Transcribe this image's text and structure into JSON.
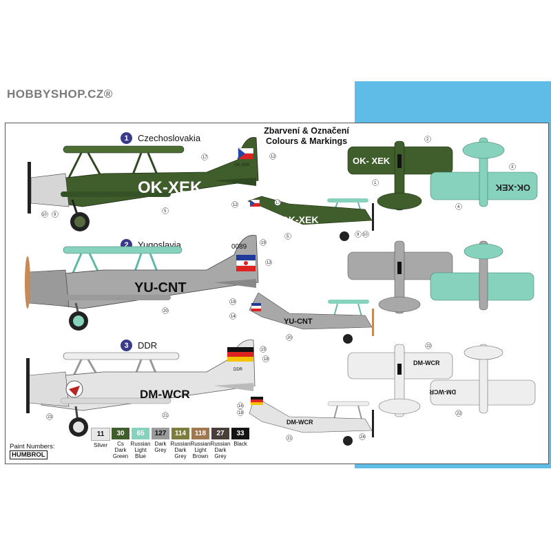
{
  "watermark": "HOBBYSHOP.CZ®",
  "title": {
    "line1": "Zbarvení & Označení",
    "line2": "Colours & Markings"
  },
  "schemes": [
    {
      "number": "1",
      "name": "Czechoslovakia",
      "registration": "OK-XEK",
      "top_registration": "OK-  XEK",
      "bottom_registration": "OK-XEK",
      "tail_code": "OK-XEK",
      "callouts": [
        "17",
        "12",
        "5",
        "9",
        "10",
        "12",
        "17",
        "5",
        "9",
        "10",
        "1",
        "2",
        "3",
        "4"
      ]
    },
    {
      "number": "2",
      "name": "Yugoslavia",
      "registration": "YU-CNT",
      "tail_code": "0089",
      "callouts": [
        "19",
        "13",
        "20",
        "19",
        "14",
        "20"
      ]
    },
    {
      "number": "3",
      "name": "DDR",
      "registration": "DM-WCR",
      "tail_code": "DDR",
      "callouts": [
        "15",
        "18",
        "21",
        "23",
        "16",
        "18",
        "21",
        "24",
        "22",
        "22"
      ]
    }
  ],
  "paint": {
    "label": "Paint Numbers:",
    "brand": "HUMBROL",
    "items": [
      {
        "code": "11",
        "name": "Silver",
        "color": "#e8e8e8",
        "text": "#111"
      },
      {
        "code": "30",
        "name": "Cs\nDark\nGreen",
        "color": "#3f5e2b",
        "text": "#fff"
      },
      {
        "code": "65",
        "name": "Russian\nLight\nBlue",
        "color": "#86d2bc",
        "text": "#fff"
      },
      {
        "code": "127",
        "name": "Dark\nGrey",
        "color": "#9a9a9a",
        "text": "#111"
      },
      {
        "code": "114",
        "name": "Russian\nDark\nGrey",
        "color": "#7a7d3c",
        "text": "#fff"
      },
      {
        "code": "118",
        "name": "Russian\nLight\nBrown",
        "color": "#a0774e",
        "text": "#fff"
      },
      {
        "code": "27",
        "name": "Russian\nDark\nGrey",
        "color": "#4a3e3a",
        "text": "#fff"
      },
      {
        "code": "33",
        "name": "Black",
        "color": "#141414",
        "text": "#fff"
      }
    ]
  },
  "colors": {
    "dark_green": "#3f5e2b",
    "light_blue": "#86d2bc",
    "grey": "#a8a8a8",
    "silver": "#e4e4e4",
    "accent_blue": "#5ebce6"
  }
}
